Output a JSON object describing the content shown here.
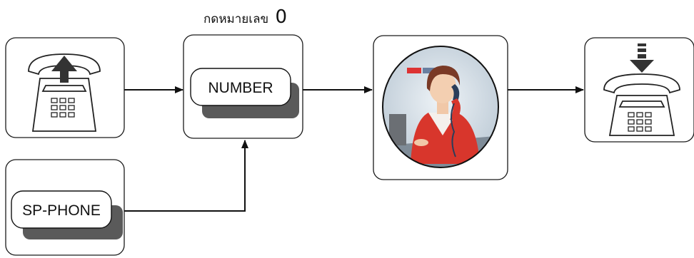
{
  "caption": {
    "text": "กดหมายเลข",
    "digit": "0"
  },
  "nodes": {
    "caller_phone": {
      "icon": "outgoing-call-phone-icon"
    },
    "number_box": {
      "label": "NUMBER"
    },
    "operator": {
      "icon": "telephone-operator-photo"
    },
    "receiver_phone": {
      "icon": "incoming-call-phone-icon"
    },
    "sp_phone": {
      "label": "SP-PHONE"
    }
  },
  "colors": {
    "line": "#111111",
    "shadow": "#5a5a5a",
    "arrow_dark": "#333333"
  }
}
